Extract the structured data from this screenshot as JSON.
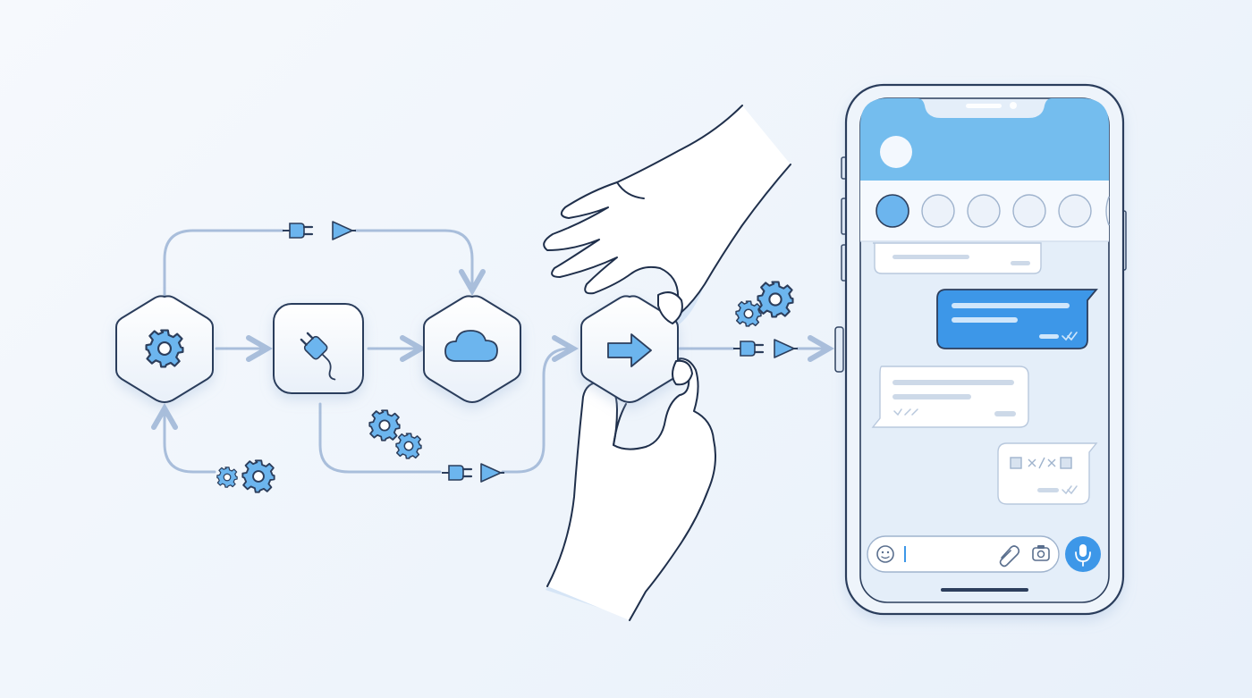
{
  "diagram": {
    "nodes": [
      {
        "id": "settings",
        "shape": "hexagon",
        "icon": "gear-icon"
      },
      {
        "id": "plugin",
        "shape": "rounded-square",
        "icon": "plug-icon"
      },
      {
        "id": "cloud",
        "shape": "hexagon",
        "icon": "cloud-icon"
      },
      {
        "id": "forward",
        "shape": "hexagon",
        "icon": "arrow-right-icon"
      }
    ],
    "connectors": [
      "plug-connector-icon",
      "gear-cluster-icon"
    ],
    "destination": "smartphone-chat"
  },
  "colors": {
    "accent": "#3d97e8",
    "accent_light": "#6db8ee",
    "line": "#a9bedb",
    "outline": "#2c3e5c",
    "background": "#f2f7fc"
  },
  "phone": {
    "header_color": "#74bdee",
    "story_count": 6,
    "messages": [
      {
        "side": "incoming",
        "lines": 1
      },
      {
        "side": "outgoing",
        "lines": 2,
        "status": "read-checks-icon"
      },
      {
        "side": "incoming",
        "lines": 2,
        "status": "read-checks-icon"
      },
      {
        "side": "outgoing",
        "content": "image-placeholder",
        "status": "read-checks-icon"
      }
    ],
    "composer_icons": [
      "emoji-icon",
      "paperclip-icon",
      "camera-icon",
      "microphone-icon"
    ]
  }
}
